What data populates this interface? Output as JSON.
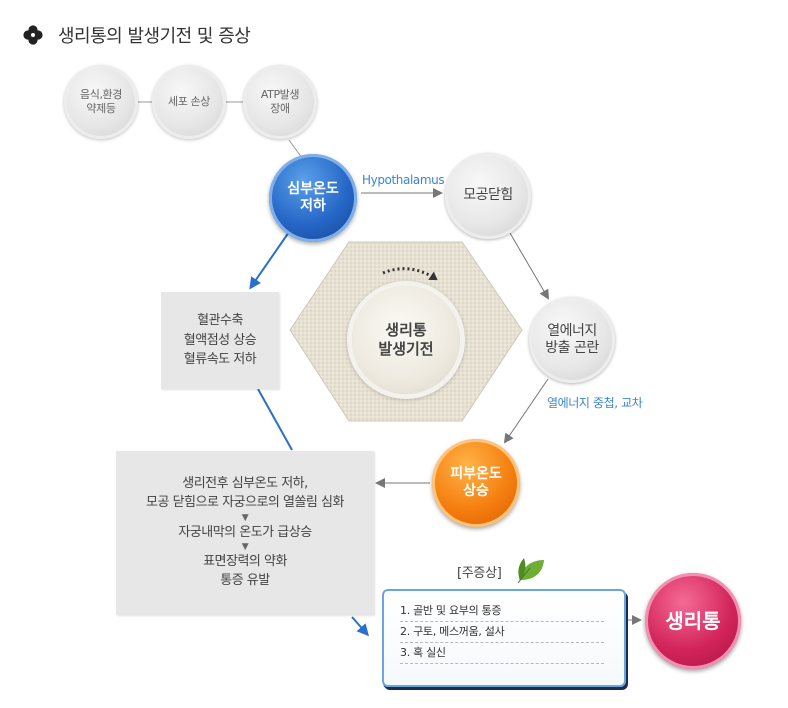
{
  "title": "생리통의 발생기전 및 증상",
  "icon": "clover-icon",
  "colors": {
    "blue": "#2566c6",
    "orange": "#f57e10",
    "pink": "#d2245a",
    "label_blue": "#3b86cc",
    "box_gray": "#e7e7e7",
    "hex_beige": "#e7e2d5"
  },
  "nodes": {
    "food_env": "음식,환경\n약제등",
    "cell_damage": "세포 손상",
    "atp": "ATP발생\n장애",
    "core_temp_down": "심부온도\n저하",
    "pore_close": "모공닫힘",
    "heat_release": "열에너지\n방출 곤란",
    "skin_temp_up": "피부온도\n상승",
    "center": "생리통\n발생기전",
    "pain": "생리통"
  },
  "labels": {
    "hypothalamus": "Hypothalamus",
    "heat_accum": "열에너지 중첩, 교차"
  },
  "vessel_box": {
    "lines": [
      "혈관수축",
      "혈액점성 상승",
      "혈류속도 저하"
    ]
  },
  "process_box": {
    "step1": [
      "생리전후 심부온도 저하,",
      "모공 닫힘으로 자궁으로의 열쏠림 심화"
    ],
    "step2": "자궁내막의 온도가 급상승",
    "step3": [
      "표면장력의 약화",
      "통증 유발"
    ],
    "arrow_glyph": "▼"
  },
  "symptoms": {
    "heading": "[주증상]",
    "items": [
      "1. 골반 및 요부의 통증",
      "2. 구토, 메스꺼움, 설사",
      "3. 혹 실신"
    ]
  }
}
